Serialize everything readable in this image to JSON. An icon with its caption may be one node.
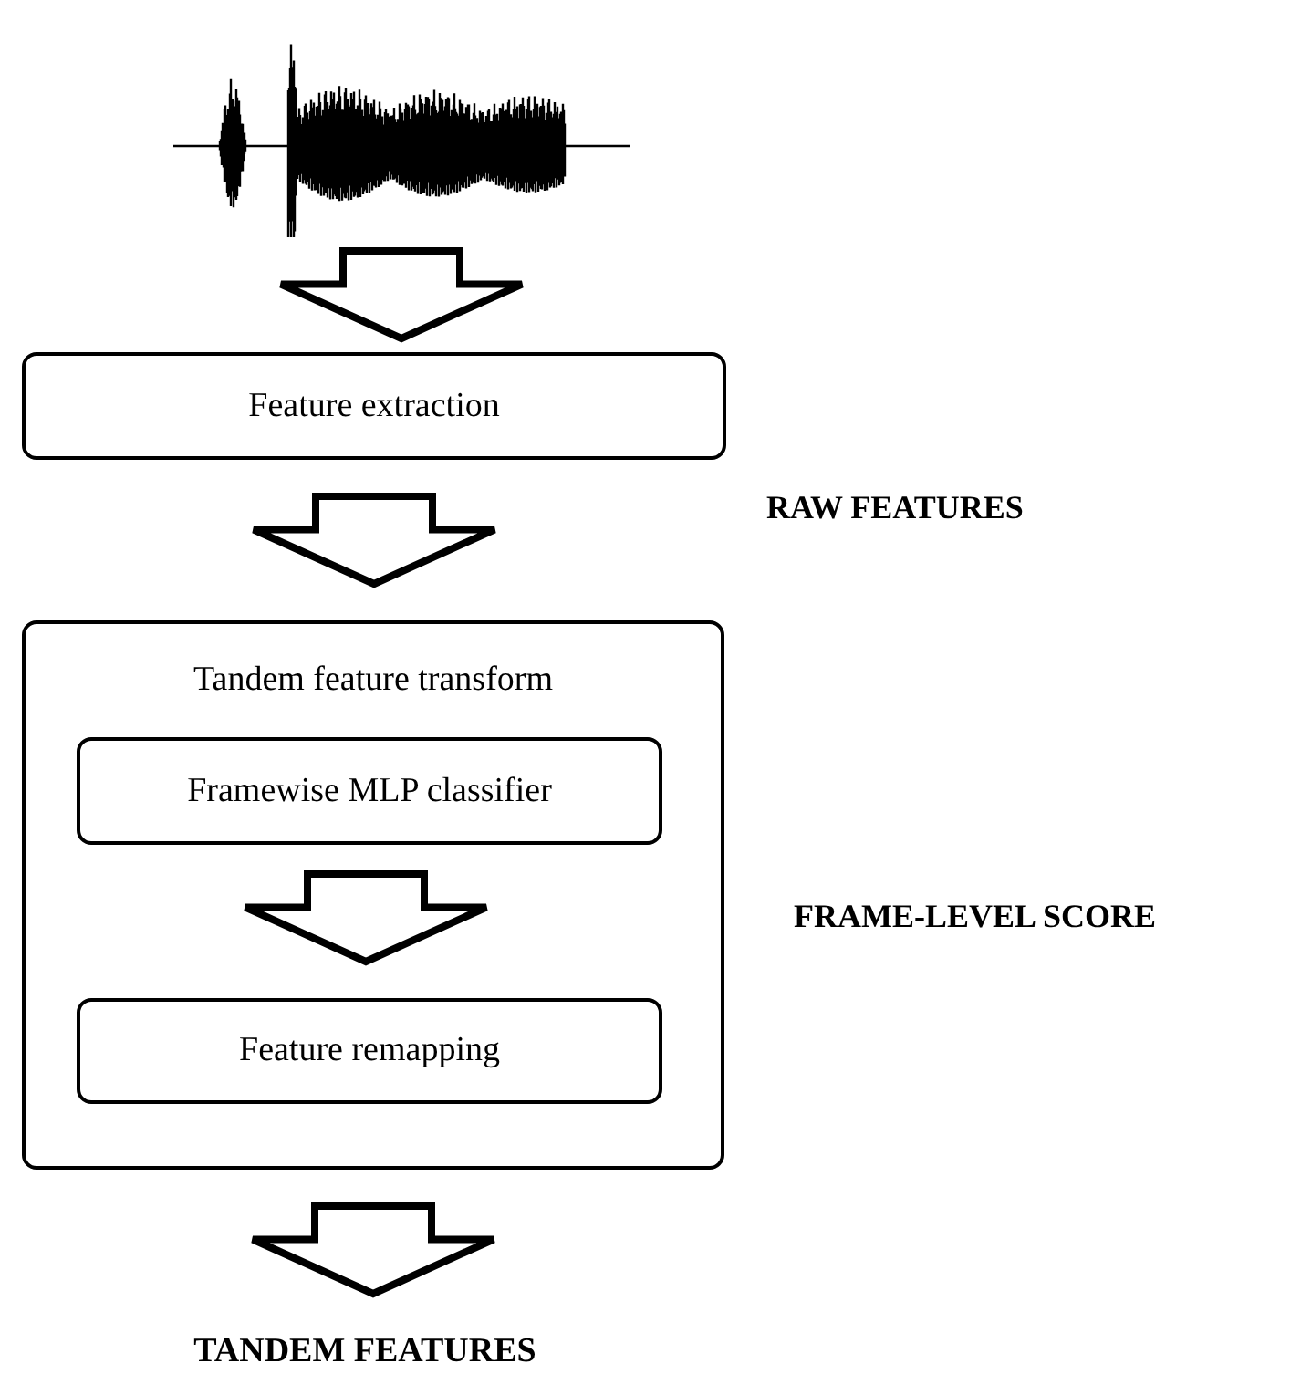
{
  "diagram": {
    "nodes": [
      {
        "text": [],
        "shape": "picture"
      },
      {
        "text": [
          "Feature extraction"
        ]
      },
      {
        "text": [
          "Tandem feature transform"
        ]
      },
      {
        "text": [
          "Framewise MLP classifier"
        ],
        "in": 2
      },
      {
        "text": [
          "Feature remapping"
        ],
        "in": 2
      },
      {
        "text": [
          "TANDEM FEATURES"
        ]
      }
    ],
    "edges": [
      {
        "from": 0,
        "to": 1,
        "arrow": "to"
      },
      {
        "from": 1,
        "to": 2,
        "arrow": "to"
      },
      {
        "from": 3,
        "to": 4,
        "arrow": "to"
      },
      {
        "from": 2,
        "to": 5,
        "arrow": "to"
      }
    ],
    "labels": [
      "RAW FEATURES",
      "FRAME-LEVEL SCORE"
    ]
  }
}
